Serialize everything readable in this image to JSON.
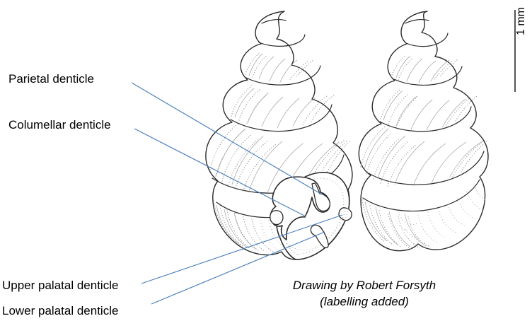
{
  "figure": {
    "title": "Land snail shell with labelled apertural denticles",
    "background_color": "#ffffff",
    "ink_color": "#2b2b2b",
    "leader_line_color": "#4a7ebb",
    "stipple_color": "#9a9a9a"
  },
  "labels": {
    "parietal": "Parietal denticle",
    "columellar": "Columellar denticle",
    "upper_palatal": "Upper palatal denticle",
    "lower_palatal": "Lower palatal denticle"
  },
  "caption": {
    "line1": "Drawing by Robert Forsyth",
    "line2": "(labelling added)"
  },
  "scale_bar": {
    "value": "1 mm",
    "orientation": "vertical",
    "color": "#555555"
  },
  "specimens": [
    {
      "name": "apertural-view-shell",
      "view": "apertural (front)",
      "whorls": 6
    },
    {
      "name": "dorsal-view-shell",
      "view": "dorsal (back)",
      "whorls": 6
    }
  ],
  "denticles": [
    {
      "name": "parietal-denticle",
      "label": "Parietal denticle"
    },
    {
      "name": "columellar-denticle",
      "label": "Columellar denticle"
    },
    {
      "name": "upper-palatal-denticle",
      "label": "Upper palatal denticle"
    },
    {
      "name": "lower-palatal-denticle",
      "label": "Lower palatal denticle"
    }
  ]
}
